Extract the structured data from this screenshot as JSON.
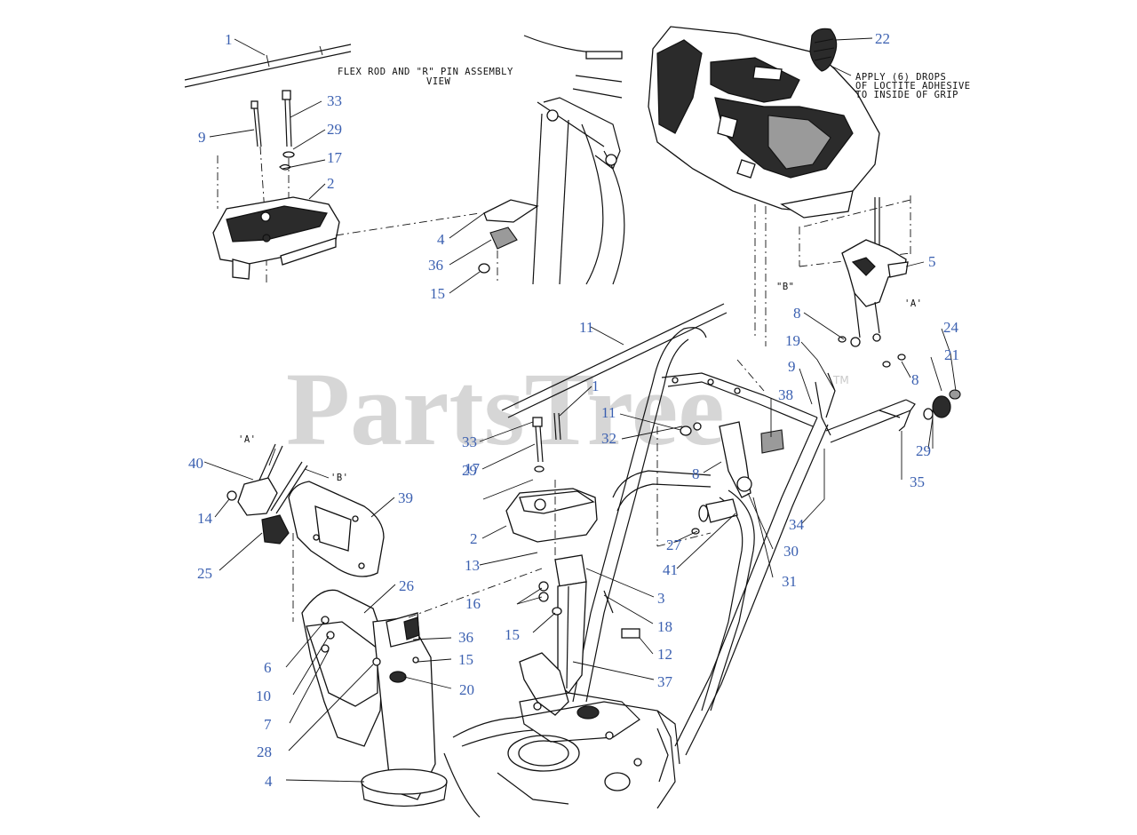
{
  "annotations": {
    "flex_rod_view_line1": "FLEX ROD AND \"R\" PIN ASSEMBLY",
    "flex_rod_view_line2": "VIEW",
    "loctite_line1": "APPLY (6) DROPS",
    "loctite_line2": "OF LOCTITE ADHESIVE",
    "loctite_line3": "TO INSIDE OF GRIP",
    "tag_b_right": "\"B\"",
    "tag_a_right": "'A'",
    "tag_a_left": "'A'",
    "tag_b_left": "'B'"
  },
  "watermark": {
    "text": "PartsTree",
    "tm": "TM"
  },
  "callouts": [
    {
      "label": "1"
    },
    {
      "label": "33"
    },
    {
      "label": "9"
    },
    {
      "label": "29"
    },
    {
      "label": "17"
    },
    {
      "label": "2"
    },
    {
      "label": "4"
    },
    {
      "label": "36"
    },
    {
      "label": "15"
    },
    {
      "label": "22"
    },
    {
      "label": "5"
    },
    {
      "label": "8"
    },
    {
      "label": "24"
    },
    {
      "label": "19"
    },
    {
      "label": "21"
    },
    {
      "label": "8"
    },
    {
      "label": "11"
    },
    {
      "label": "1"
    },
    {
      "label": "9"
    },
    {
      "label": "11"
    },
    {
      "label": "38"
    },
    {
      "label": "32"
    },
    {
      "label": "33"
    },
    {
      "label": "29"
    },
    {
      "label": "17"
    },
    {
      "label": "35"
    },
    {
      "label": "8"
    },
    {
      "label": "29"
    },
    {
      "label": "34"
    },
    {
      "label": "40"
    },
    {
      "label": "14"
    },
    {
      "label": "39"
    },
    {
      "label": "2"
    },
    {
      "label": "27"
    },
    {
      "label": "30"
    },
    {
      "label": "41"
    },
    {
      "label": "13"
    },
    {
      "label": "25"
    },
    {
      "label": "3"
    },
    {
      "label": "31"
    },
    {
      "label": "26"
    },
    {
      "label": "16"
    },
    {
      "label": "18"
    },
    {
      "label": "36"
    },
    {
      "label": "15"
    },
    {
      "label": "6"
    },
    {
      "label": "12"
    },
    {
      "label": "15"
    },
    {
      "label": "10"
    },
    {
      "label": "20"
    },
    {
      "label": "37"
    },
    {
      "label": "7"
    },
    {
      "label": "28"
    },
    {
      "label": "4"
    }
  ]
}
